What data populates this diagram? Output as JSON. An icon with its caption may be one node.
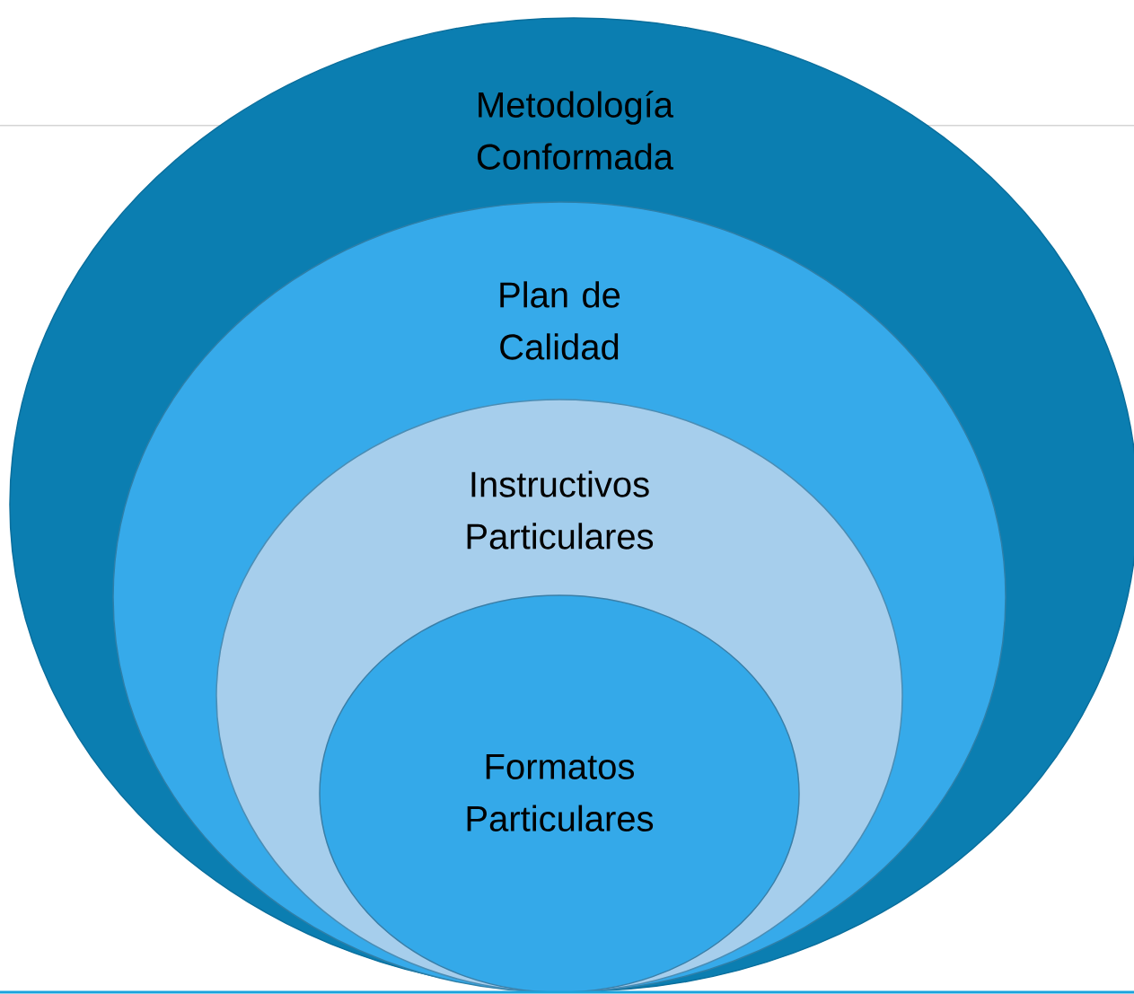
{
  "diagram": {
    "nodes": [
      {
        "text": [
          "Metodología Conformada"
        ]
      },
      {
        "text": [
          "Plan de Calidad"
        ],
        "in": 0
      },
      {
        "text": [
          "Instructivos Particulares"
        ],
        "in": 1
      },
      {
        "text": [
          "Formatos Particulares"
        ],
        "in": 2
      }
    ]
  }
}
